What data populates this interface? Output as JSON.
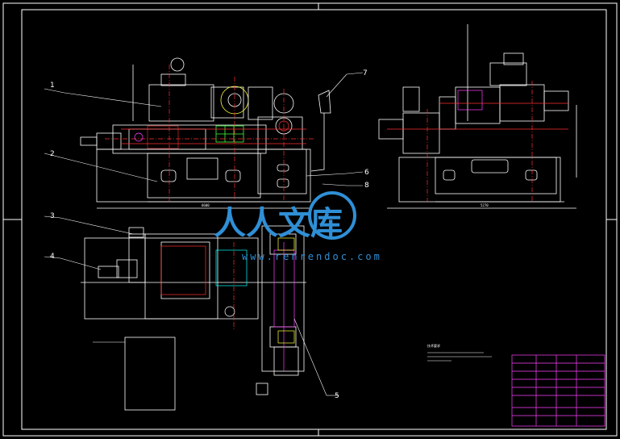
{
  "drawing": {
    "part_labels": [
      "1",
      "2",
      "3",
      "4",
      "5",
      "6",
      "7",
      "8"
    ],
    "dimension_labels": [
      "6600",
      "5270"
    ],
    "notes_title": "技术要求",
    "title_block": {
      "name": "",
      "code": ""
    }
  },
  "watermark": {
    "brand": "人人文库",
    "url": "www.renrendoc.com"
  },
  "colors": {
    "background": "#000000",
    "line": "#ffffff",
    "hidden": "#ff3030",
    "accent": "#ff40ff",
    "fill": "#00ffff",
    "yellow": "#ffff40",
    "green": "#40ff40",
    "watermark": "#2f8fd6"
  }
}
